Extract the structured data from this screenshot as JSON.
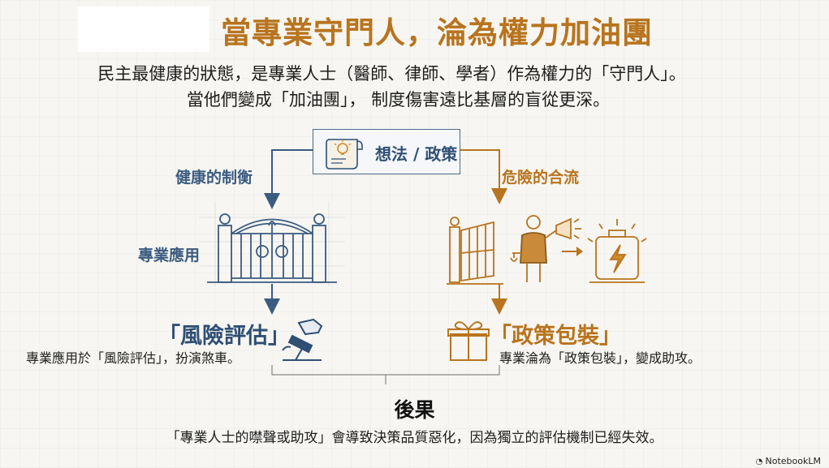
{
  "title": "當專業守門人，淪為權力加油團",
  "intro": {
    "line1": "民主最健康的狀態，是專業人士（醫師、律師、學者）作為權力的「守門人」。",
    "line2": "當他們變成「加油團」， 制度傷害遠比基層的盲從更深。"
  },
  "idea": {
    "label": "想法 / 政策",
    "icon": "scroll-lightbulb-icon"
  },
  "left_branch": {
    "label": "健康的制衡",
    "gate_label": "專業應用",
    "result_title": "「風險評估」",
    "description": "專業應用於「風險評估」，扮演煞車。",
    "icons": [
      "gate-icon",
      "brake-pedal-icon"
    ]
  },
  "right_branch": {
    "label": "危險的合流",
    "result_title": "「政策包裝」",
    "description": "專業淪為「政策包裝」，變成助攻。",
    "icons": [
      "open-gate-icon",
      "professional-megaphone-icon",
      "battery-alarm-icon",
      "gift-box-icon"
    ]
  },
  "consequence": {
    "title": "後果",
    "text": "「專業人士的噤聲或助攻」會導致決策品質惡化，因為獨立的評估機制已經失效。"
  },
  "brand": "NotebookLM",
  "colors": {
    "blue": "#3b5b80",
    "gold": "#b8741e",
    "title": "#b8741e"
  }
}
